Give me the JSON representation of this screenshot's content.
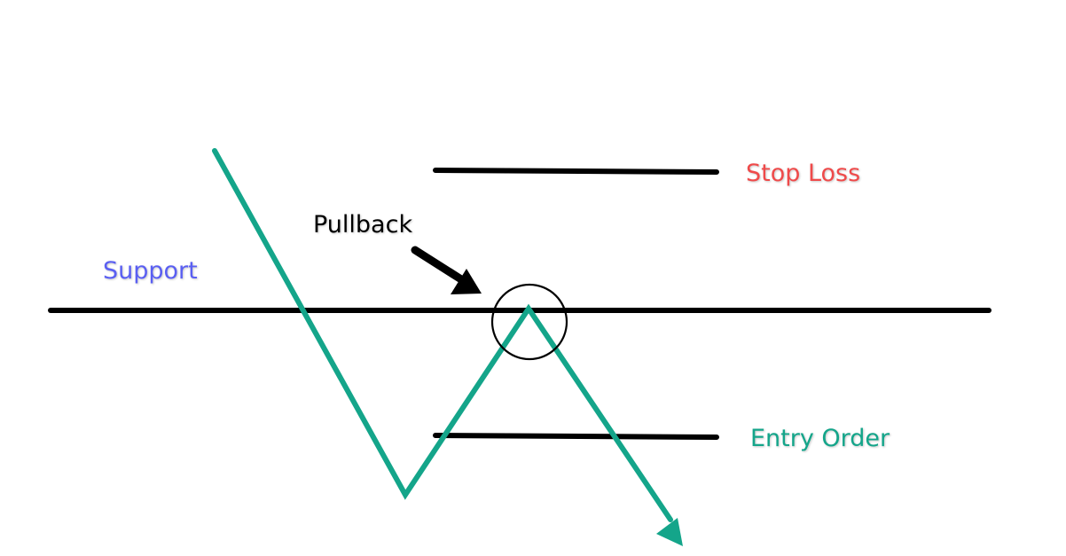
{
  "labels": {
    "support": "Support",
    "pullback": "Pullback",
    "stop_loss": "Stop Loss",
    "entry_order": "Entry Order"
  },
  "colors": {
    "line": "#000000",
    "price_path": "#14a58a",
    "support_label": "#5a5ff2",
    "stop_loss_label": "#ef4a4a",
    "entry_order_label": "#14a58a",
    "background": "#ffffff"
  }
}
